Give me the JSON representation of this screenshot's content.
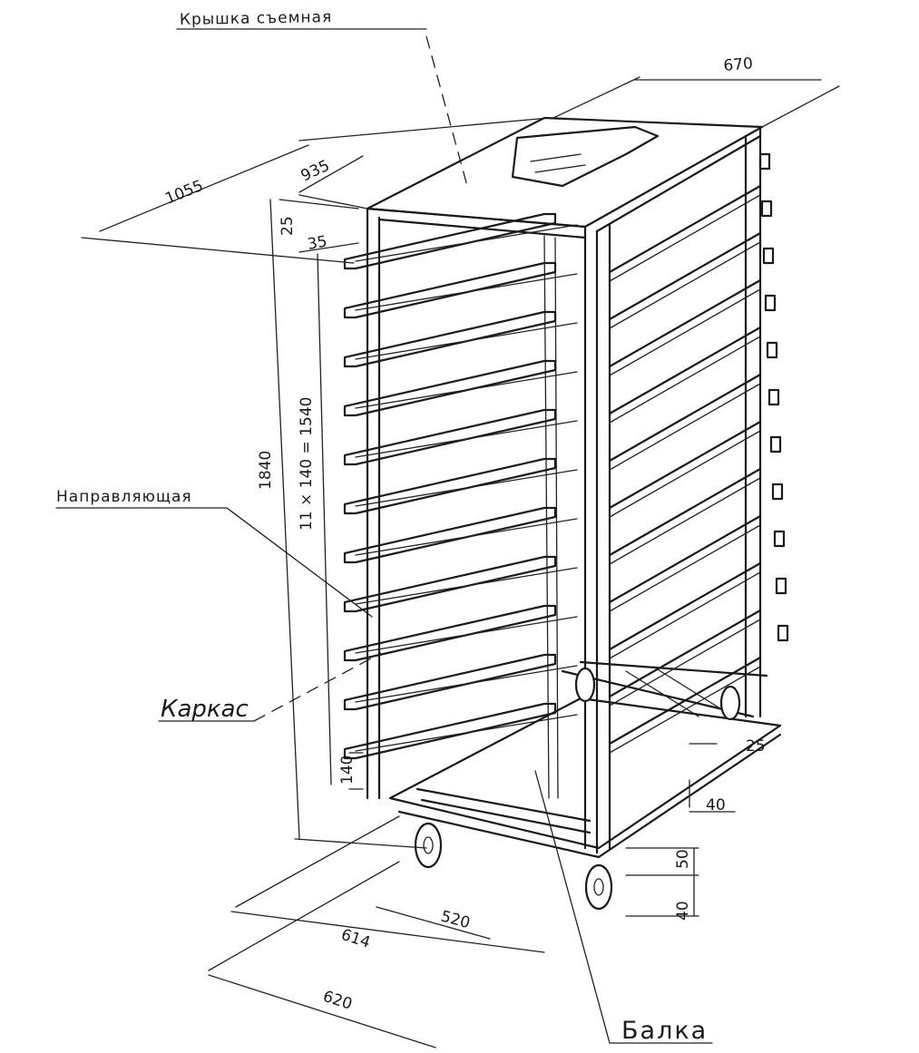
{
  "labels": {
    "lid": "Крышка съемная",
    "guide": "Направляющая",
    "frame": "Каркас",
    "beam": "Балка"
  },
  "dimensions": {
    "d670": "670",
    "d1055": "1055",
    "d935": "935",
    "d25a": "25",
    "d35": "35",
    "d1840": "1840",
    "d_pitch": "11 × 140 = 1540",
    "d140": "140",
    "d25b": "25",
    "d40a": "40",
    "d50": "50",
    "d40b": "40",
    "d520": "520",
    "d614": "614",
    "d620": "620"
  }
}
